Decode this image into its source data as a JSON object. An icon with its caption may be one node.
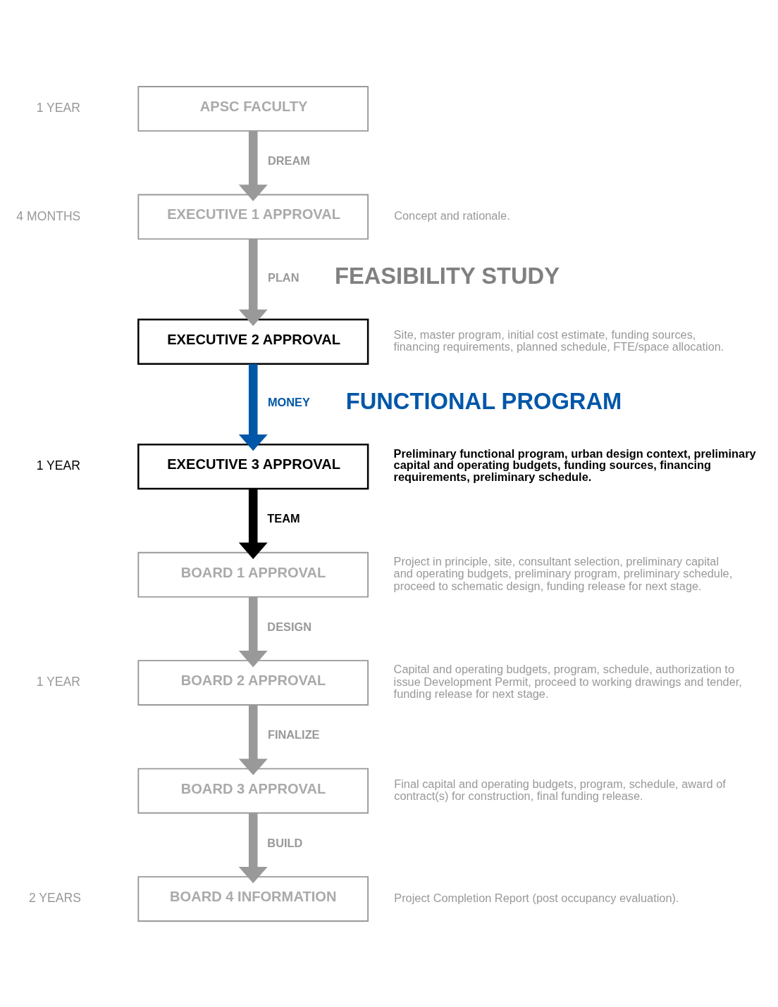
{
  "diagram": {
    "nodes": [
      {
        "text": [
          "APSC FACULTY"
        ]
      },
      {
        "text": [
          "EXECUTIVE 1 APPROVAL"
        ],
        "beside": [
          "Concept and rationale."
        ]
      },
      {
        "text": [
          "EXECUTIVE 2 APPROVAL"
        ],
        "beside": [
          "Site, master program, initial cost estimate, funding sources, financing requirements, planned schedule, FTE/space allocation."
        ]
      },
      {
        "text": [
          "EXECUTIVE 3 APPROVAL"
        ],
        "beside": [
          "Preliminary functional program, urban design context, preliminary capital and operating budgets, funding sources, financing requirements, preliminary schedule."
        ]
      },
      {
        "text": [
          "BOARD 1 APPROVAL"
        ],
        "beside": [
          "Project in principle, site, consultant selection, preliminary capital and operating budgets, preliminary program, preliminary schedule, proceed to schematic design, funding release for next stage."
        ]
      },
      {
        "text": [
          "BOARD 2 APPROVAL"
        ],
        "beside": [
          "Capital and operating budgets, program, schedule, authorization to issue Development Permit, proceed to working drawings and tender, funding release for next stage."
        ]
      },
      {
        "text": [
          "BOARD 3 APPROVAL"
        ],
        "beside": [
          "Final capital and operating budgets, program, schedule, award of contract(s) for construction, final funding release."
        ]
      },
      {
        "text": [
          "BOARD 4 INFORMATION"
        ],
        "beside": [
          "Project Completion Report (post occupancy evaluation)."
        ]
      }
    ],
    "edges": [
      {
        "from": 0,
        "to": 1,
        "arrow": "to",
        "label": "DREAM"
      },
      {
        "from": 1,
        "to": 2,
        "arrow": "to",
        "label": "PLAN"
      },
      {
        "from": 2,
        "to": 3,
        "arrow": "to",
        "label": "MONEY",
        "color": "#0057a8"
      },
      {
        "from": 3,
        "to": 4,
        "arrow": "to",
        "label": "TEAM",
        "color": "#000000"
      },
      {
        "from": 4,
        "to": 5,
        "arrow": "to",
        "label": "DESIGN"
      },
      {
        "from": 5,
        "to": 6,
        "arrow": "to",
        "label": "FINALIZE"
      },
      {
        "from": 6,
        "to": 7,
        "arrow": "to",
        "label": "BUILD"
      }
    ],
    "labels": [
      "1 YEAR",
      "FEASIBILITY STUDY",
      "4 MONTHS",
      "1 YEAR",
      "FUNCTIONAL PROGRAM",
      "1 YEAR",
      "2 YEARS"
    ]
  }
}
